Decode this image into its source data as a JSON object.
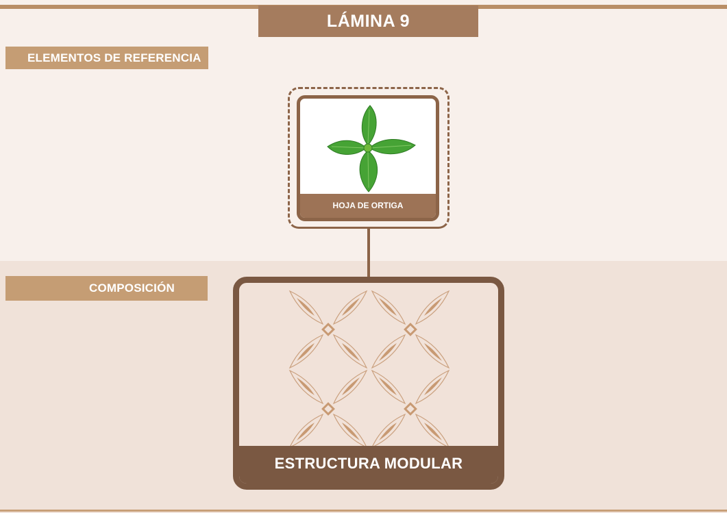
{
  "title": "LÁMINA 9",
  "sections": {
    "reference": "ELEMENTOS DE REFERENCIA",
    "composition": "COMPOSICIÓN"
  },
  "reference_card": {
    "caption": "HOJA DE ORTIGA",
    "icon": "nettle-leaf-image"
  },
  "composition_card": {
    "caption": "ESTRUCTURA MODULAR",
    "icon": "modular-pattern"
  },
  "colors": {
    "accent": "#c59d74",
    "title_tab": "#a57c5e",
    "dark_brown": "#7a5842",
    "leaf_green": "#3f9b2e"
  }
}
